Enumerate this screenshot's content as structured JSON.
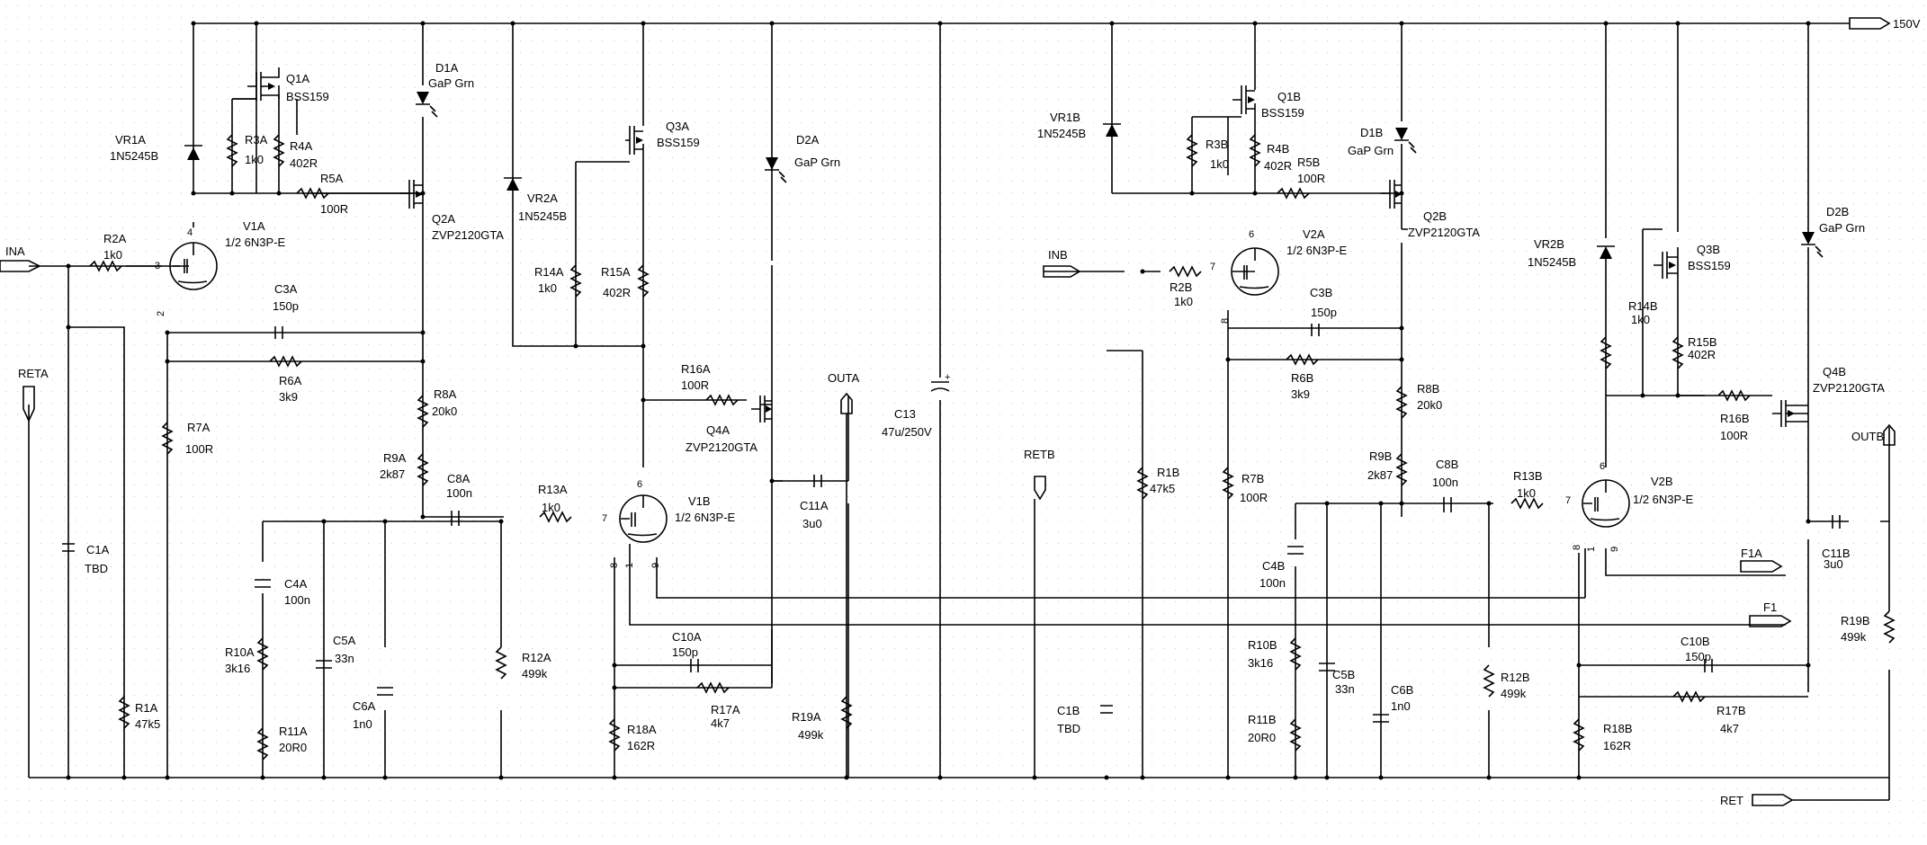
{
  "rails": {
    "top": "150V",
    "bottom": "RET"
  },
  "ports": {
    "ina": "INA",
    "reta": "RETA",
    "outa": "OUTA",
    "inb": "INB",
    "retb": "RETB",
    "outb": "OUTB",
    "f1a": "F1A",
    "f1": "F1"
  },
  "mosfets": [
    {
      "ref": "Q1A",
      "part": "BSS159"
    },
    {
      "ref": "Q2A",
      "part": "ZVP2120GTA"
    },
    {
      "ref": "Q3A",
      "part": "BSS159"
    },
    {
      "ref": "Q4A",
      "part": "ZVP2120GTA"
    },
    {
      "ref": "Q1B",
      "part": "BSS159"
    },
    {
      "ref": "Q2B",
      "part": "ZVP2120GTA"
    },
    {
      "ref": "Q3B",
      "part": "BSS159"
    },
    {
      "ref": "Q4B",
      "part": "ZVP2120GTA"
    }
  ],
  "tubes": [
    {
      "ref": "V1A",
      "part": "1/2 6N3P-E"
    },
    {
      "ref": "V1B",
      "part": "1/2 6N3P-E"
    },
    {
      "ref": "V2A",
      "part": "1/2 6N3P-E"
    },
    {
      "ref": "V2B",
      "part": "1/2 6N3P-E"
    }
  ],
  "leds": [
    {
      "ref": "D1A",
      "part": "GaP Grn"
    },
    {
      "ref": "D2A",
      "part": "GaP Grn"
    },
    {
      "ref": "D1B",
      "part": "GaP Grn"
    },
    {
      "ref": "D2B",
      "part": "GaP Grn"
    }
  ],
  "zeners": [
    {
      "ref": "VR1A",
      "part": "1N5245B"
    },
    {
      "ref": "VR2A",
      "part": "1N5245B"
    },
    {
      "ref": "VR1B",
      "part": "1N5245B"
    },
    {
      "ref": "VR2B",
      "part": "1N5245B"
    }
  ],
  "resistors": [
    {
      "ref": "R1A",
      "value": "47k5"
    },
    {
      "ref": "R2A",
      "value": "1k0"
    },
    {
      "ref": "R3A",
      "value": "1k0"
    },
    {
      "ref": "R4A",
      "value": "402R"
    },
    {
      "ref": "R5A",
      "value": "100R"
    },
    {
      "ref": "R6A",
      "value": "3k9"
    },
    {
      "ref": "R7A",
      "value": "100R"
    },
    {
      "ref": "R8A",
      "value": "20k0"
    },
    {
      "ref": "R9A",
      "value": "2k87"
    },
    {
      "ref": "R10A",
      "value": "3k16"
    },
    {
      "ref": "R11A",
      "value": "20R0"
    },
    {
      "ref": "R12A",
      "value": "499k"
    },
    {
      "ref": "R13A",
      "value": "1k0"
    },
    {
      "ref": "R14A",
      "value": "1k0"
    },
    {
      "ref": "R15A",
      "value": "402R"
    },
    {
      "ref": "R16A",
      "value": "100R"
    },
    {
      "ref": "R17A",
      "value": "4k7"
    },
    {
      "ref": "R18A",
      "value": "162R"
    },
    {
      "ref": "R19A",
      "value": "499k"
    },
    {
      "ref": "R1B",
      "value": "47k5"
    },
    {
      "ref": "R2B",
      "value": "1k0"
    },
    {
      "ref": "R3B",
      "value": "1k0"
    },
    {
      "ref": "R4B",
      "value": "402R"
    },
    {
      "ref": "R5B",
      "value": "100R"
    },
    {
      "ref": "R6B",
      "value": "3k9"
    },
    {
      "ref": "R7B",
      "value": "100R"
    },
    {
      "ref": "R8B",
      "value": "20k0"
    },
    {
      "ref": "R9B",
      "value": "2k87"
    },
    {
      "ref": "R10B",
      "value": "3k16"
    },
    {
      "ref": "R11B",
      "value": "20R0"
    },
    {
      "ref": "R12B",
      "value": "499k"
    },
    {
      "ref": "R13B",
      "value": "1k0"
    },
    {
      "ref": "R14B",
      "value": "1k0"
    },
    {
      "ref": "R15B",
      "value": "402R"
    },
    {
      "ref": "R16B",
      "value": "100R"
    },
    {
      "ref": "R17B",
      "value": "4k7"
    },
    {
      "ref": "R18B",
      "value": "162R"
    },
    {
      "ref": "R19B",
      "value": "499k"
    }
  ],
  "capacitors": [
    {
      "ref": "C1A",
      "value": "TBD"
    },
    {
      "ref": "C3A",
      "value": "150p"
    },
    {
      "ref": "C4A",
      "value": "100n"
    },
    {
      "ref": "C5A",
      "value": "33n"
    },
    {
      "ref": "C6A",
      "value": "1n0"
    },
    {
      "ref": "C8A",
      "value": "100n"
    },
    {
      "ref": "C10A",
      "value": "150p"
    },
    {
      "ref": "C11A",
      "value": "3u0"
    },
    {
      "ref": "C13",
      "value": "47u/250V"
    },
    {
      "ref": "C1B",
      "value": "TBD"
    },
    {
      "ref": "C3B",
      "value": "150p"
    },
    {
      "ref": "C4B",
      "value": "100n"
    },
    {
      "ref": "C5B",
      "value": "33n"
    },
    {
      "ref": "C6B",
      "value": "1n0"
    },
    {
      "ref": "C8B",
      "value": "100n"
    },
    {
      "ref": "C10B",
      "value": "150p"
    },
    {
      "ref": "C11B",
      "value": "3u0"
    }
  ],
  "pin_numbers": {
    "v1a": [
      "3",
      "4",
      "2"
    ],
    "v1b": [
      "7",
      "6",
      "8",
      "1",
      "9"
    ],
    "v2a": [
      "7",
      "6",
      "8"
    ],
    "v2b": [
      "7",
      "6",
      "8",
      "1",
      "9"
    ]
  }
}
